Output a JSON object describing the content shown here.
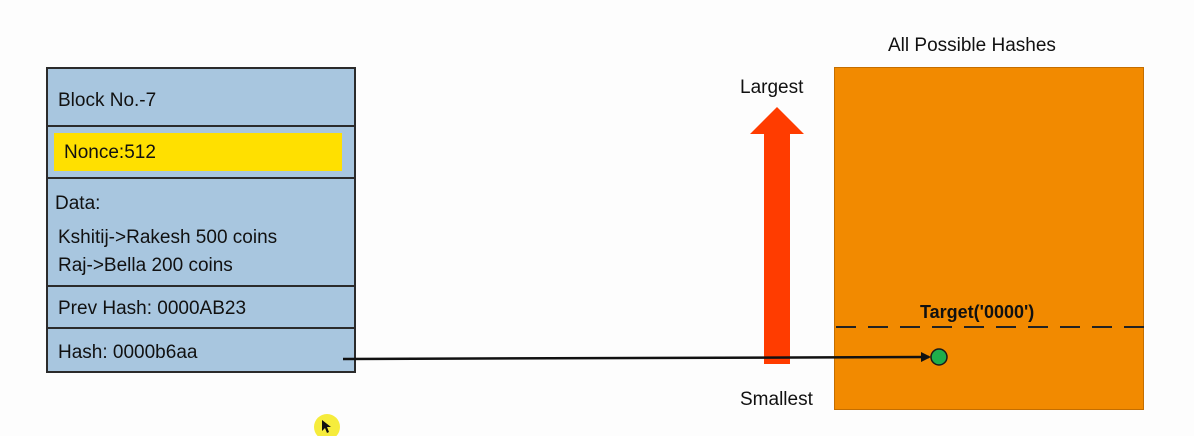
{
  "block": {
    "title": "Block No.-7",
    "nonce": "Nonce:512",
    "data_label": "Data:",
    "transactions": [
      "Kshitij->Rakesh 500 coins",
      "Raj->Bella 200 coins"
    ],
    "prev_hash": "Prev Hash: 0000AB23",
    "hash": "Hash: 0000b6aa"
  },
  "scale": {
    "top_label": "Largest",
    "bottom_label": "Smallest"
  },
  "hashes_box": {
    "title": "All Possible Hashes",
    "target_label": "Target('0000')"
  },
  "colors": {
    "block_fill": "#a8c6df",
    "nonce_highlight": "#ffe000",
    "arrow": "#ff3c00",
    "hashes_fill": "#f28a00",
    "hash_point": "#1fae4b"
  }
}
